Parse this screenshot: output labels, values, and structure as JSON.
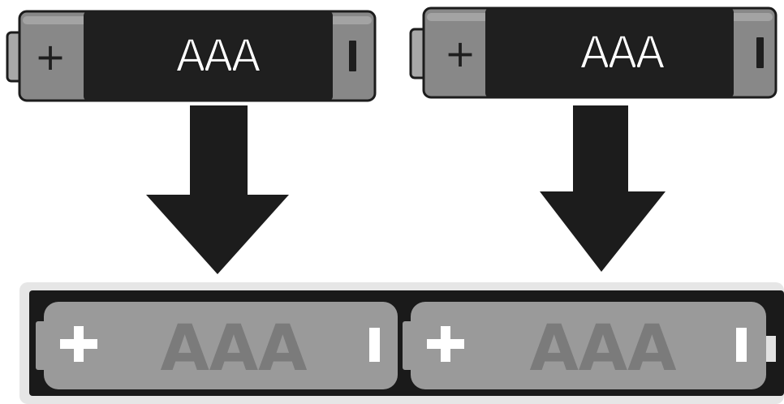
{
  "diagram": {
    "batteries": [
      {
        "label": "AAA",
        "positive_symbol": "+",
        "negative_symbol": "I"
      },
      {
        "label": "AAA",
        "positive_symbol": "+",
        "negative_symbol": "I"
      }
    ],
    "holder": {
      "slots": [
        {
          "label": "AAA",
          "positive_symbol": "+",
          "negative_symbol": "I"
        },
        {
          "label": "AAA",
          "positive_symbol": "+",
          "negative_symbol": "I"
        }
      ]
    },
    "colors": {
      "battery_shell": "#888888",
      "battery_band": "#1f1f1f",
      "holder_frame": "#1a1a1a",
      "slot_cell": "#9a9a9a",
      "slot_label": "#7b7b7b",
      "arrow": "#1c1c1c"
    }
  }
}
